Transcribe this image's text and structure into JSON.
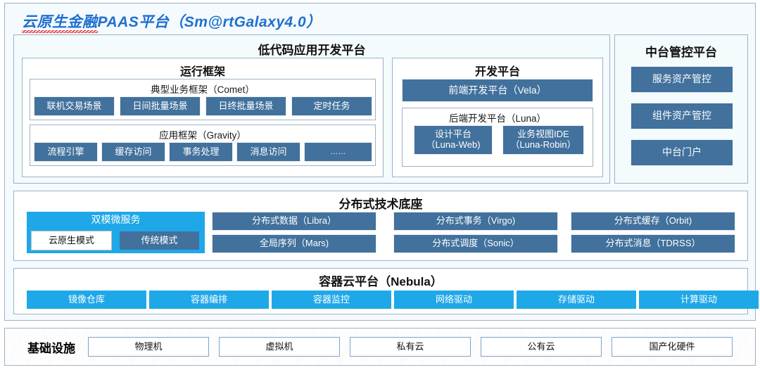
{
  "diagram": {
    "title_underlined": "云原生金融",
    "title_rest": "PAAS平台（Sm@rtGalaxy4.0）",
    "colors": {
      "steel_blue": "#41719c",
      "cyan": "#1fa8e8",
      "title_blue": "#1f6fd0",
      "panel_bg": "#f4fbfd",
      "border": "#9fb2c4",
      "spellcheck_red": "#e8262a"
    }
  },
  "lowcode": {
    "title": "低代码应用开发平台",
    "runtime": {
      "title": "运行框架",
      "comet": {
        "title": "典型业务框架（Comet）",
        "items": [
          {
            "label": "联机交易场景"
          },
          {
            "label": "日间批量场景"
          },
          {
            "label": "日终批量场景"
          },
          {
            "label": "定时任务"
          }
        ]
      },
      "gravity": {
        "title": "应用框架（Gravity）",
        "items": [
          {
            "label": "流程引擎"
          },
          {
            "label": "缓存访问"
          },
          {
            "label": "事务处理"
          },
          {
            "label": "消息访问"
          },
          {
            "label": "……"
          }
        ]
      }
    },
    "devplatform": {
      "title": "开发平台",
      "frontend": {
        "label": "前端开发平台（Vela）"
      },
      "backend": {
        "title": "后端开发平台（Luna）",
        "items": [
          {
            "line1": "设计平台",
            "line2": "（Luna-Web)"
          },
          {
            "line1": "业务视图IDE",
            "line2": "（Luna-Robin）"
          }
        ]
      }
    }
  },
  "midplatform": {
    "title": "中台管控平台",
    "items": [
      {
        "label": "服务资产管控"
      },
      {
        "label": "组件资产管控"
      },
      {
        "label": "中台门户"
      }
    ]
  },
  "foundation": {
    "title": "分布式技术底座",
    "dualmode": {
      "label": "双模微服务",
      "modes": [
        {
          "label": "云原生模式",
          "style": "white"
        },
        {
          "label": "传统模式",
          "style": "steel"
        }
      ]
    },
    "items": [
      {
        "label": "分布式数据（Libra）"
      },
      {
        "label": "分布式事务（Virgo)"
      },
      {
        "label": "分布式缓存（Orbit)"
      },
      {
        "label": "全局序列（Mars)"
      },
      {
        "label": "分布式调度（Sonic）"
      },
      {
        "label": "分布式消息（TDRSS）"
      }
    ]
  },
  "container": {
    "title": "容器云平台（Nebula）",
    "items": [
      {
        "label": "镜像仓库"
      },
      {
        "label": "容器编排"
      },
      {
        "label": "容器监控"
      },
      {
        "label": "网络驱动"
      },
      {
        "label": "存储驱动"
      },
      {
        "label": "计算驱动"
      }
    ]
  },
  "infrastructure": {
    "label": "基础设施",
    "items": [
      {
        "label": "物理机"
      },
      {
        "label": "虚拟机"
      },
      {
        "label": "私有云"
      },
      {
        "label": "公有云"
      },
      {
        "label": "国产化硬件"
      }
    ]
  }
}
